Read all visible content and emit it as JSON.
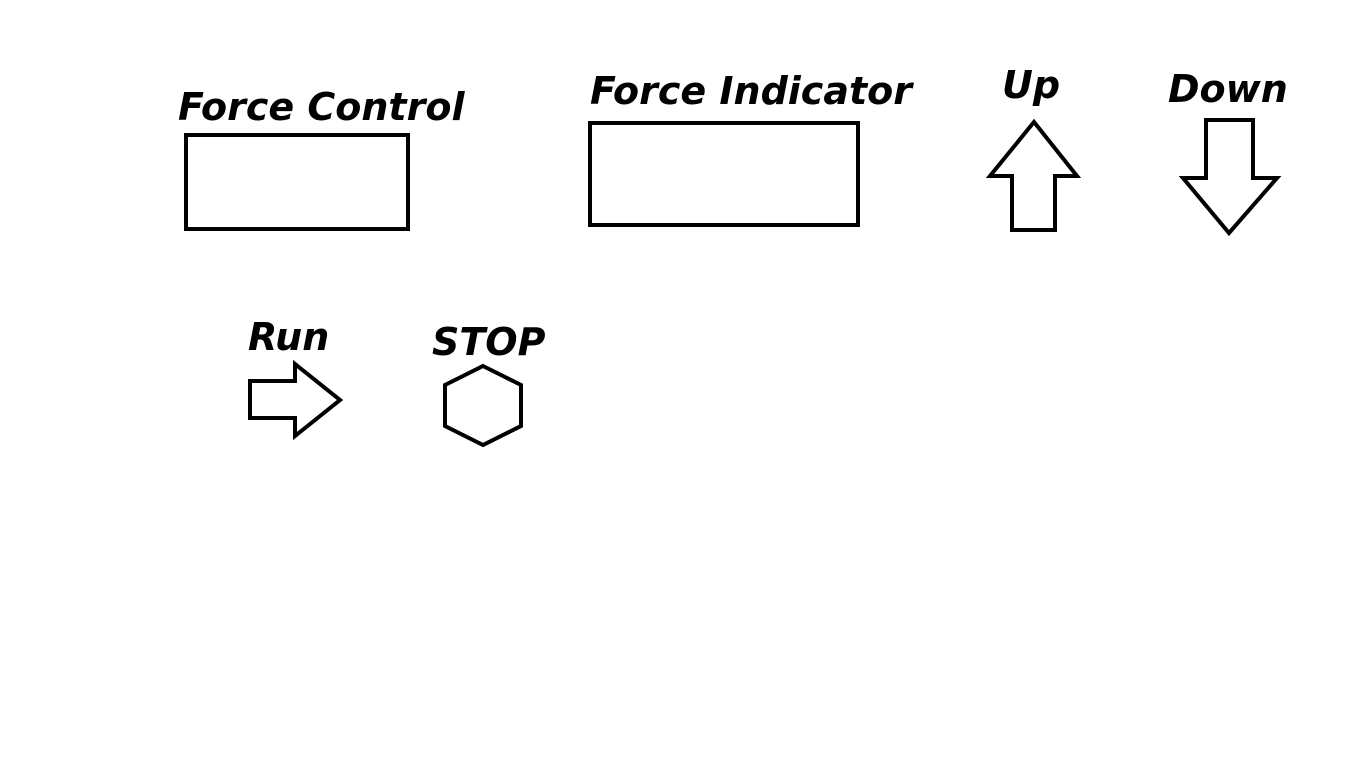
{
  "force_control": {
    "label": "Force Control",
    "value": ""
  },
  "force_indicator": {
    "label": "Force Indicator",
    "value": ""
  },
  "up": {
    "label": "Up",
    "icon": "arrow-up-icon"
  },
  "down": {
    "label": "Down",
    "icon": "arrow-down-icon"
  },
  "run": {
    "label": "Run",
    "icon": "arrow-right-icon"
  },
  "stop": {
    "label": "STOP",
    "icon": "hexagon-stop-icon"
  },
  "colors": {
    "stroke": "#000000",
    "background": "#ffffff"
  }
}
